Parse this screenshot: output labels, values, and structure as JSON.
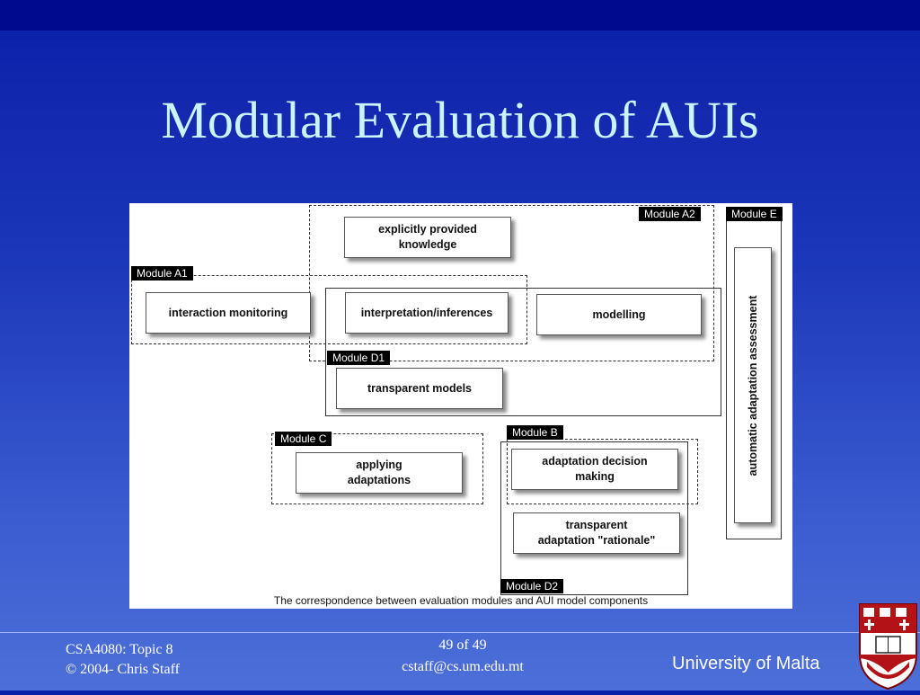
{
  "slide": {
    "title": "Modular Evaluation of AUIs"
  },
  "figure": {
    "modules": {
      "a1": "Module A1",
      "a2": "Module A2",
      "b": "Module B",
      "c": "Module C",
      "d1": "Module D1",
      "d2": "Module D2",
      "e": "Module E"
    },
    "nodes": {
      "explicit": [
        "explicitly provided",
        "knowledge"
      ],
      "interaction": "interaction monitoring",
      "interpretation": "interpretation/inferences",
      "modelling": "modelling",
      "transparent_models": "transparent models",
      "applying": [
        "applying",
        "adaptations"
      ],
      "decision": [
        "adaptation decision",
        "making"
      ],
      "rationale": [
        "transparent",
        "adaptation \"rationale\""
      ],
      "automatic": "automatic adaptation assessment"
    },
    "caption": "The correspondence between evaluation modules and AUI model components"
  },
  "footer": {
    "course": "CSA4080: Topic 8",
    "copyright": "© 2004- Chris Staff",
    "page": "49 of 49",
    "email": "cstaff@cs.um.edu.mt",
    "university": "University of Malta"
  },
  "colors": {
    "background_top": "#0a1fa8",
    "background_bottom": "#4d6fd8",
    "title": "#c8f4ff",
    "footer_text": "#ffffff"
  },
  "icons": {
    "crest": "university-crest-icon"
  }
}
